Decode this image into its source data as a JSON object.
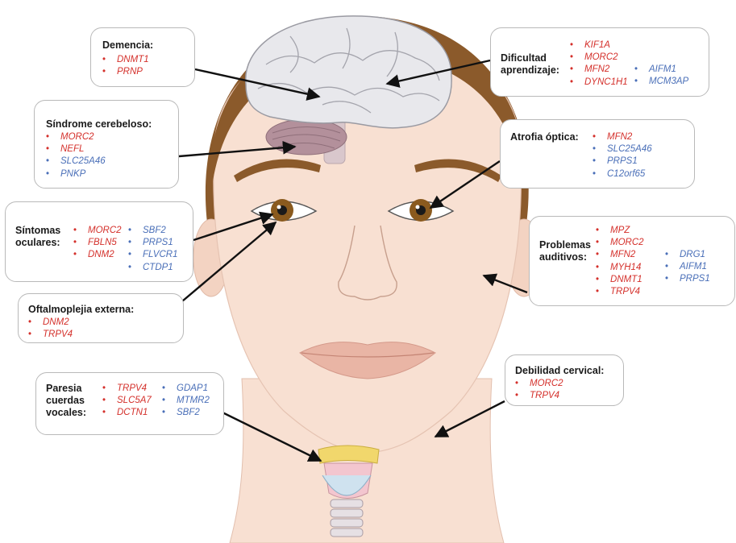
{
  "colors": {
    "red_gene": "#d4302b",
    "blue_gene": "#4a6fb8",
    "skin": "#f8e0d2",
    "hair": "#8b5a2b",
    "brain": "#e6e6ea",
    "cerebellum": "#b3909b"
  },
  "boxes": {
    "demencia": {
      "title": "Demencia:",
      "col1": [
        "DNMT1",
        "PRNP"
      ]
    },
    "dificultad": {
      "title": "Dificultad aprendizaje:",
      "col1": [
        "KIF1A",
        "MORC2",
        "MFN2",
        "DYNC1H1"
      ],
      "col2": [
        "AIFM1",
        "MCM3AP"
      ]
    },
    "cerebeloso": {
      "title": "Síndrome cerebeloso:",
      "col1": [
        "MORC2",
        "NEFL"
      ],
      "col2": [
        "SLC25A46",
        "PNKP"
      ]
    },
    "atrofia": {
      "title": "Atrofia óptica:",
      "col1": [
        "MFN2"
      ],
      "col2": [
        "SLC25A46",
        "PRPS1",
        "C12orf65"
      ]
    },
    "oculares": {
      "title": "Síntomas oculares:",
      "col1": [
        "MORC2",
        "FBLN5",
        "DNM2"
      ],
      "col2": [
        "SBF2",
        "PRPS1",
        "FLVCR1",
        "CTDP1"
      ]
    },
    "auditivos": {
      "title": "Problemas auditivos:",
      "col1": [
        "MPZ",
        "MORC2",
        "MFN2",
        "MYH14",
        "DNMT1",
        "TRPV4"
      ],
      "col2": [
        "DRG1",
        "AIFM1",
        "PRPS1"
      ]
    },
    "oftalmoplejia": {
      "title": "Oftalmoplejia externa:",
      "col1": [
        "DNM2",
        "TRPV4"
      ]
    },
    "paresia": {
      "title": "Paresia cuerdas vocales:",
      "col1": [
        "TRPV4",
        "SLC5A7",
        "DCTN1"
      ],
      "col2": [
        "GDAP1",
        "MTMR2",
        "SBF2"
      ]
    },
    "cervical": {
      "title": "Debilidad cervical:",
      "col1": [
        "MORC2",
        "TRPV4"
      ]
    }
  }
}
